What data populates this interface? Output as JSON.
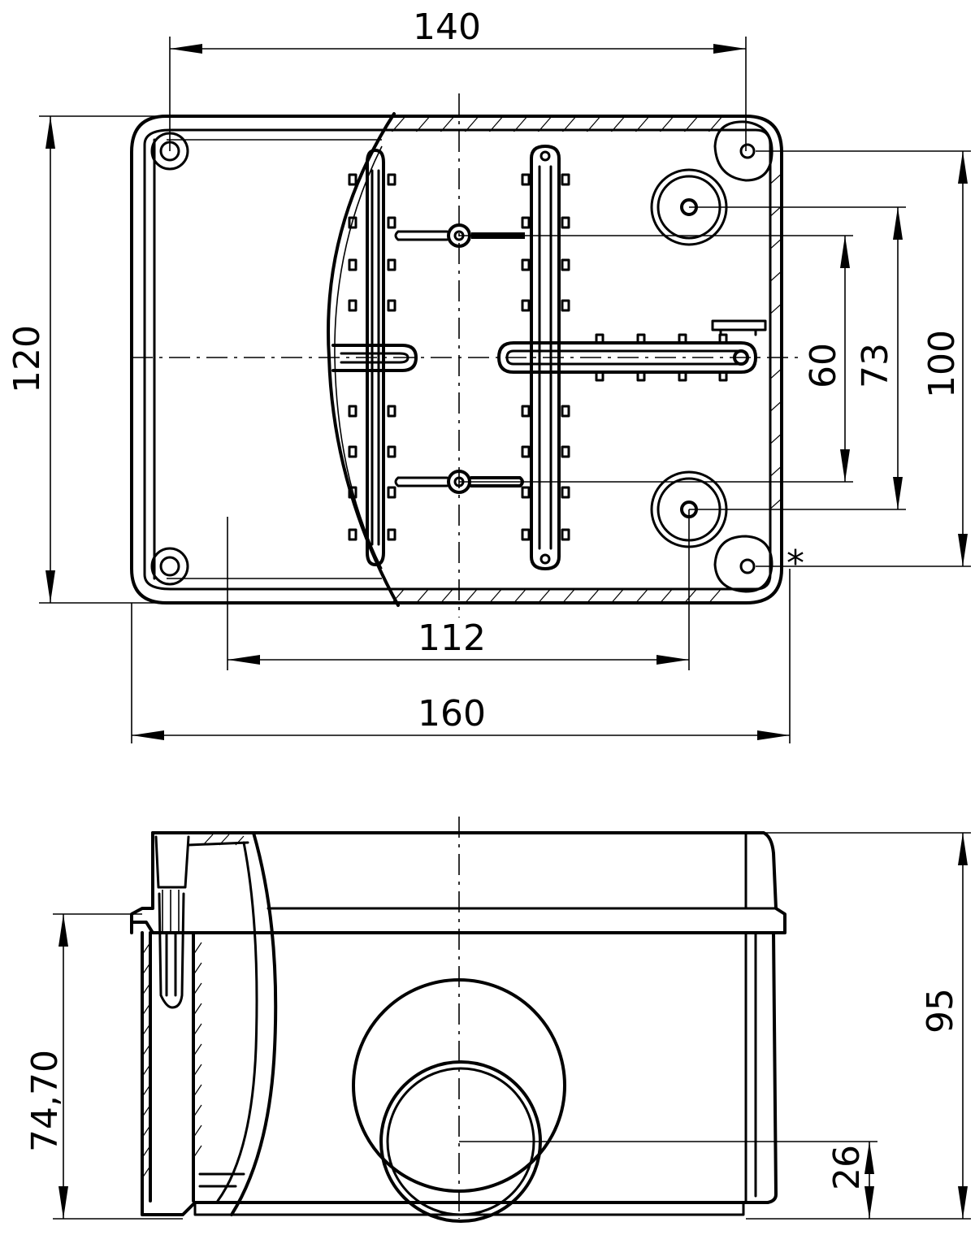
{
  "drawing": {
    "top_view": {
      "dimensions": {
        "width_mounting": "140",
        "height_overall": "120",
        "dim_60": "60",
        "dim_73": "73",
        "dim_100": "100",
        "width_112": "112",
        "width_overall": "160"
      },
      "marker": "*"
    },
    "side_view": {
      "dimensions": {
        "height_74_70": "74,70",
        "height_95": "95",
        "height_26": "26"
      }
    }
  }
}
